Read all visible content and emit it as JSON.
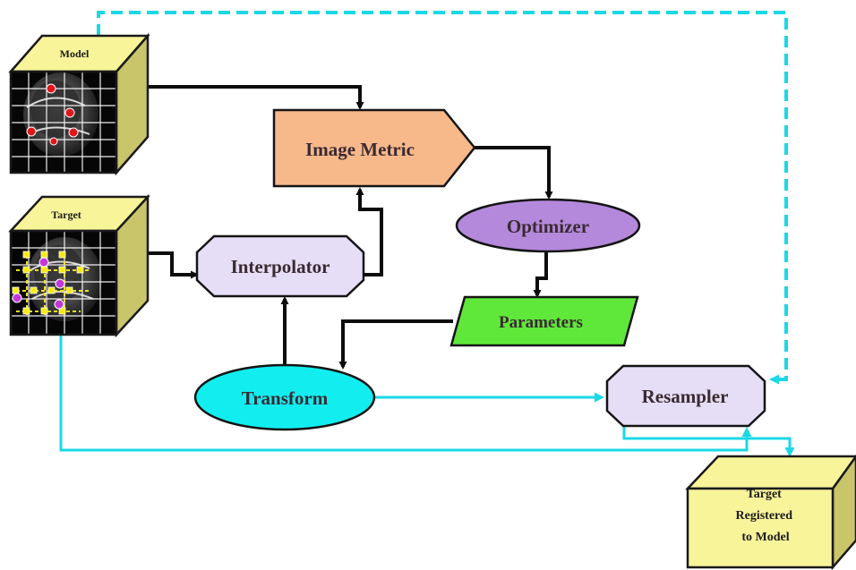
{
  "colors": {
    "image_metric": "#f7b88a",
    "optimizer": "#b489dc",
    "parameters": "#5fe83a",
    "interpolator": "#e6def6",
    "transform": "#12eef0",
    "resampler": "#e6def6",
    "cube_face": "#f8f49a",
    "cube_side": "#c9c56a",
    "edge_black": "#0c0c0c",
    "edge_cyan": "#1ad8e6"
  },
  "cubes": {
    "model": {
      "label": "Model",
      "icon": "mri-head-slice-icon",
      "points": "red"
    },
    "target": {
      "label": "Target",
      "icon": "mri-head-slice-icon",
      "points": "yellow-magenta"
    },
    "registered": {
      "label_lines": [
        "Target",
        "Registered",
        "to Model"
      ]
    }
  },
  "nodes": {
    "image_metric": {
      "label": "Image Metric",
      "shape": "pentagon-arrow"
    },
    "optimizer": {
      "label": "Optimizer",
      "shape": "ellipse"
    },
    "parameters": {
      "label": "Parameters",
      "shape": "parallelogram"
    },
    "interpolator": {
      "label": "Interpolator",
      "shape": "octagon"
    },
    "transform": {
      "label": "Transform",
      "shape": "ellipse"
    },
    "resampler": {
      "label": "Resampler",
      "shape": "octagon"
    }
  },
  "edges": [
    {
      "from": "model",
      "to": "image_metric",
      "style": "solid-black"
    },
    {
      "from": "target",
      "to": "interpolator",
      "style": "solid-black"
    },
    {
      "from": "interpolator",
      "to": "image_metric",
      "style": "solid-black"
    },
    {
      "from": "image_metric",
      "to": "optimizer",
      "style": "solid-black"
    },
    {
      "from": "optimizer",
      "to": "parameters",
      "style": "solid-black"
    },
    {
      "from": "parameters",
      "to": "transform",
      "style": "solid-black"
    },
    {
      "from": "transform",
      "to": "interpolator",
      "style": "solid-black"
    },
    {
      "from": "transform",
      "to": "resampler",
      "style": "solid-cyan"
    },
    {
      "from": "target",
      "to": "resampler",
      "style": "solid-cyan"
    },
    {
      "from": "model",
      "to": "resampler",
      "style": "dashed-cyan"
    },
    {
      "from": "resampler",
      "to": "registered",
      "style": "solid-cyan"
    }
  ]
}
